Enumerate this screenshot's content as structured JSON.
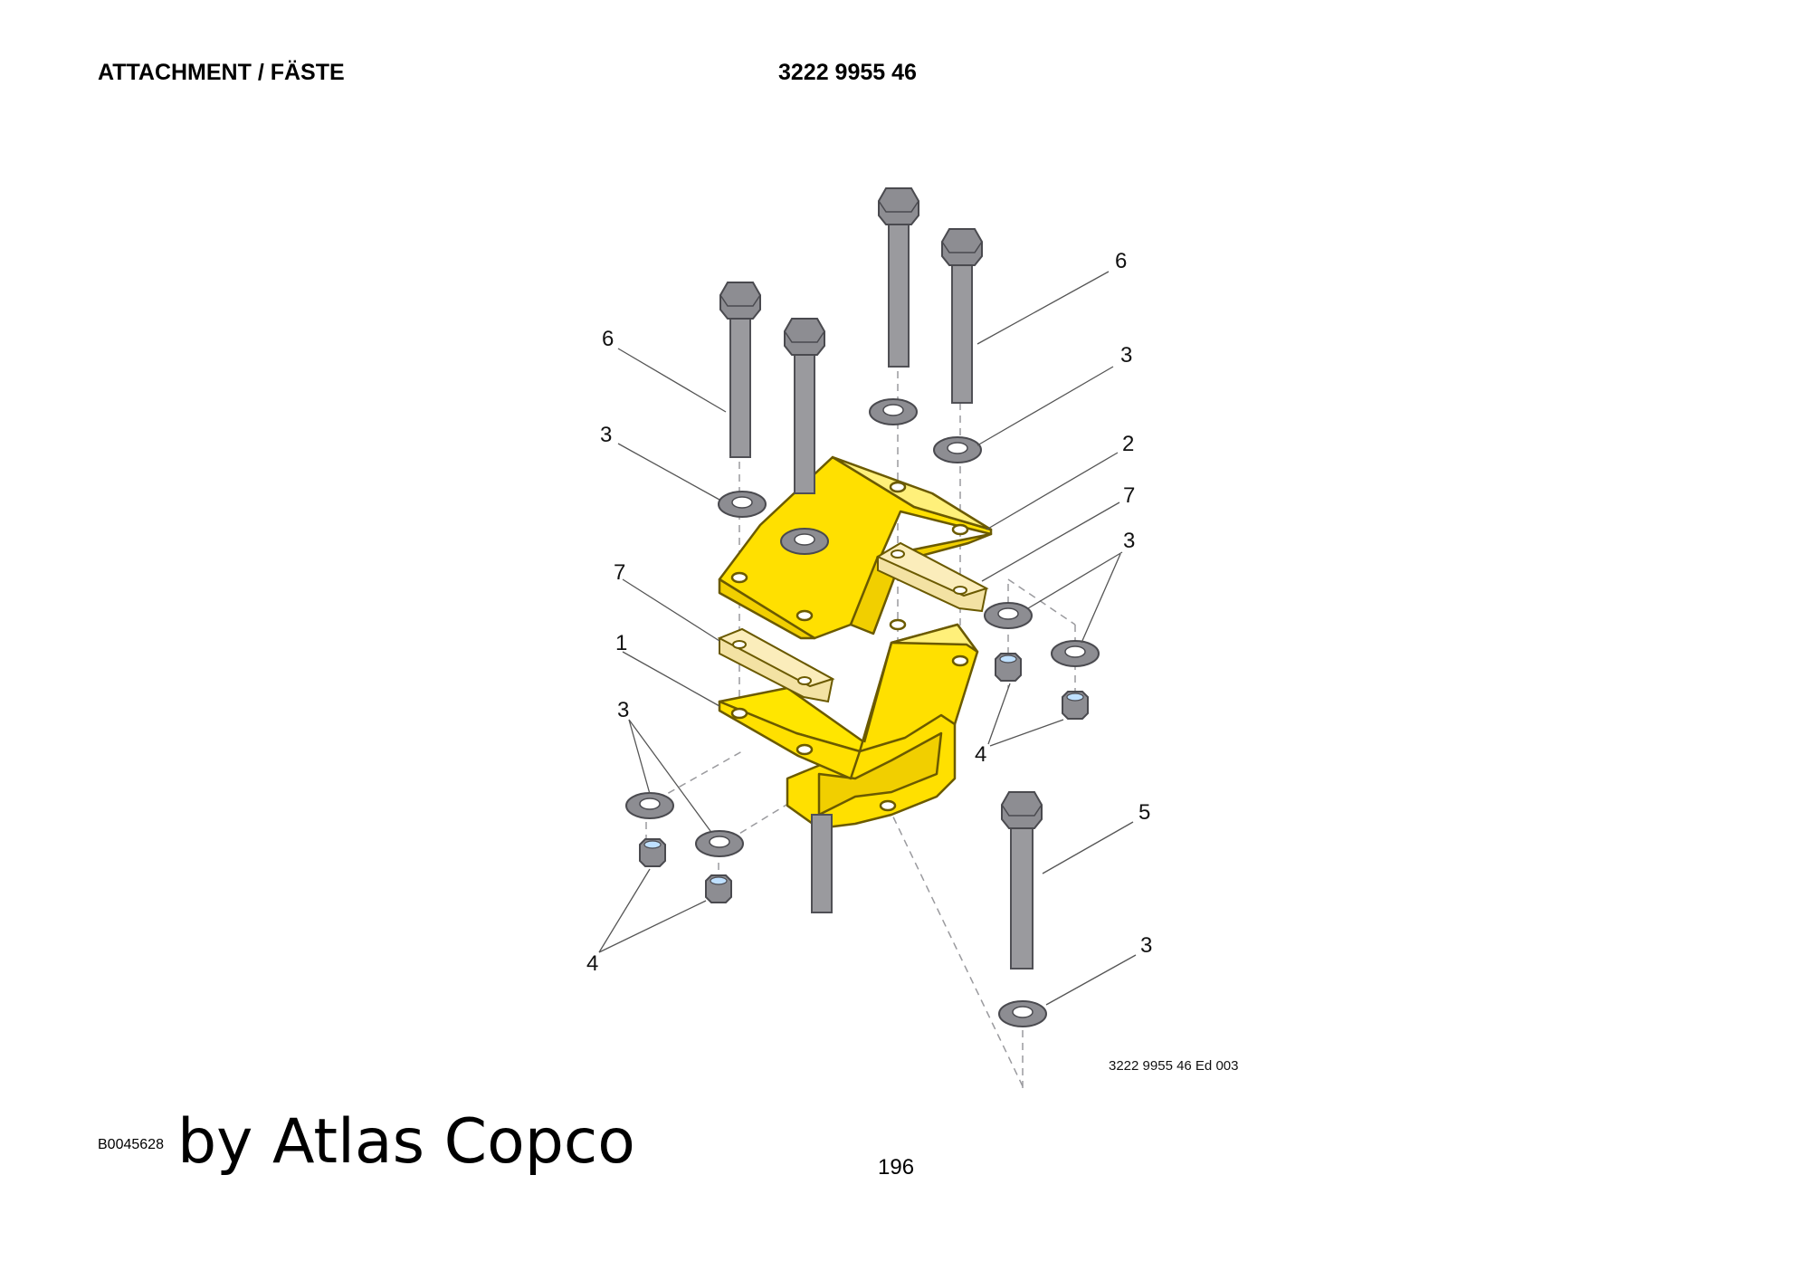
{
  "header": {
    "title": "ATTACHMENT / FÄSTE",
    "part_number": "3222 9955 46"
  },
  "diagram": {
    "callouts": {
      "c1": "1",
      "c2": "2",
      "c3": "3",
      "c4": "4",
      "c5": "5",
      "c6": "6",
      "c7": "7"
    },
    "doc_ref": "3222 9955 46 Ed 003",
    "colors": {
      "bracket": "#ffe000",
      "bracket_outline": "#6b5a00",
      "shim": "#f3e2a3",
      "bolt": "#9a9a9e",
      "bolt_outline": "#505055"
    }
  },
  "footer": {
    "code": "B0045628",
    "brand": "by Atlas Copco",
    "page_number": "196"
  }
}
